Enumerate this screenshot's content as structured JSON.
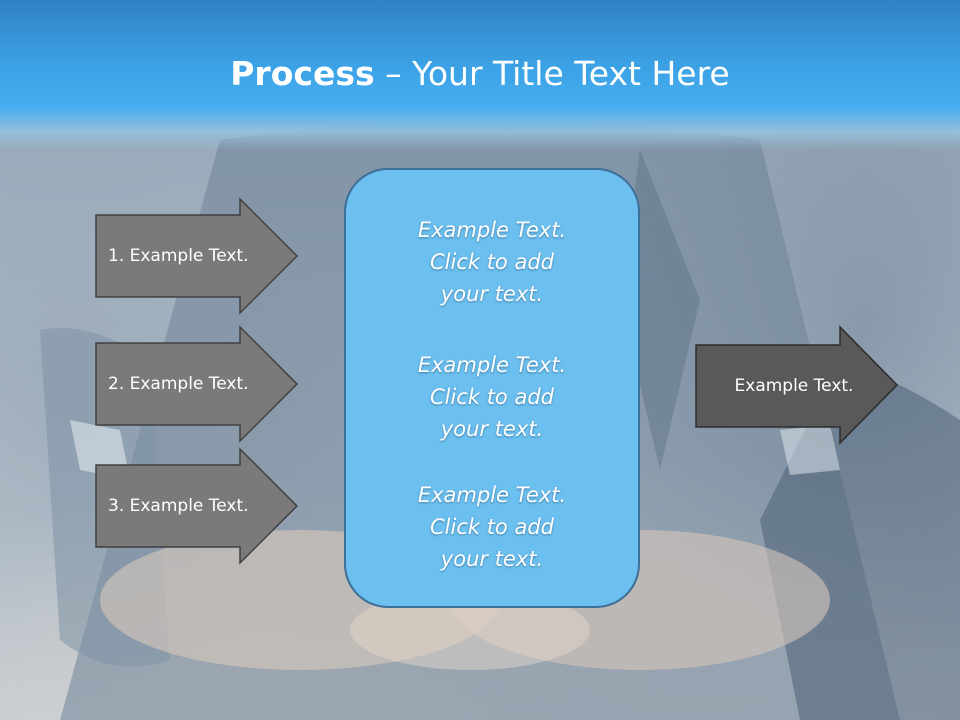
{
  "slide": {
    "title_bold": "Process",
    "title_rest": " – Your Title Text Here"
  },
  "left_arrows": [
    {
      "label": "1. Example Text."
    },
    {
      "label": "2. Example Text."
    },
    {
      "label": "3. Example Text."
    }
  ],
  "center_box": {
    "blocks": [
      {
        "lines": [
          "Example Text.",
          "Click  to add",
          "your text."
        ]
      },
      {
        "lines": [
          "Example Text.",
          "Click  to add",
          "your text."
        ]
      },
      {
        "lines": [
          "Example Text.",
          "Click  to add",
          "your text."
        ]
      }
    ]
  },
  "right_arrow": {
    "label": "Example Text."
  },
  "colors": {
    "header_blue": "#3ca2e6",
    "arrow_gray": "#7a7a7a",
    "arrow_dark": "#595959",
    "box_blue": "#6cc0f0"
  }
}
